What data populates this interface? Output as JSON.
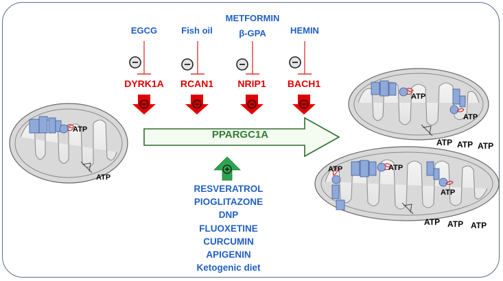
{
  "inhibitors": [
    {
      "drug": "EGCG",
      "target": "DYRK1A"
    },
    {
      "drug": "Fish oil",
      "target": "RCAN1"
    },
    {
      "drug": "METFORMIN\nβ-GPA",
      "target": "NRIP1"
    },
    {
      "drug": "HEMIN",
      "target": "BACH1"
    }
  ],
  "inhibit_symbol": "−",
  "activate_symbol": "+",
  "central_gene": "PPARGC1A",
  "activators": [
    "RESVERATROL",
    "PIOGLITAZONE",
    "DNP",
    "FLUOXETINE",
    "CURCUMIN",
    "APIGENIN",
    "Ketogenic diet"
  ],
  "atp_label": "ATP",
  "colors": {
    "inhibitor_text": "#1f5fc4",
    "target_text": "#e00000",
    "down_arrow": "#e00000",
    "activator_arrow": "#2ea44f",
    "central_arrow_text": "#2e7d32",
    "mito_fill": "#d9d9d9",
    "complex_fill": "#8fa9d9"
  },
  "icons": [
    "minus-circle-icon",
    "plus-circle-icon",
    "mitochondrion-icon",
    "atp-synthase-icon"
  ]
}
